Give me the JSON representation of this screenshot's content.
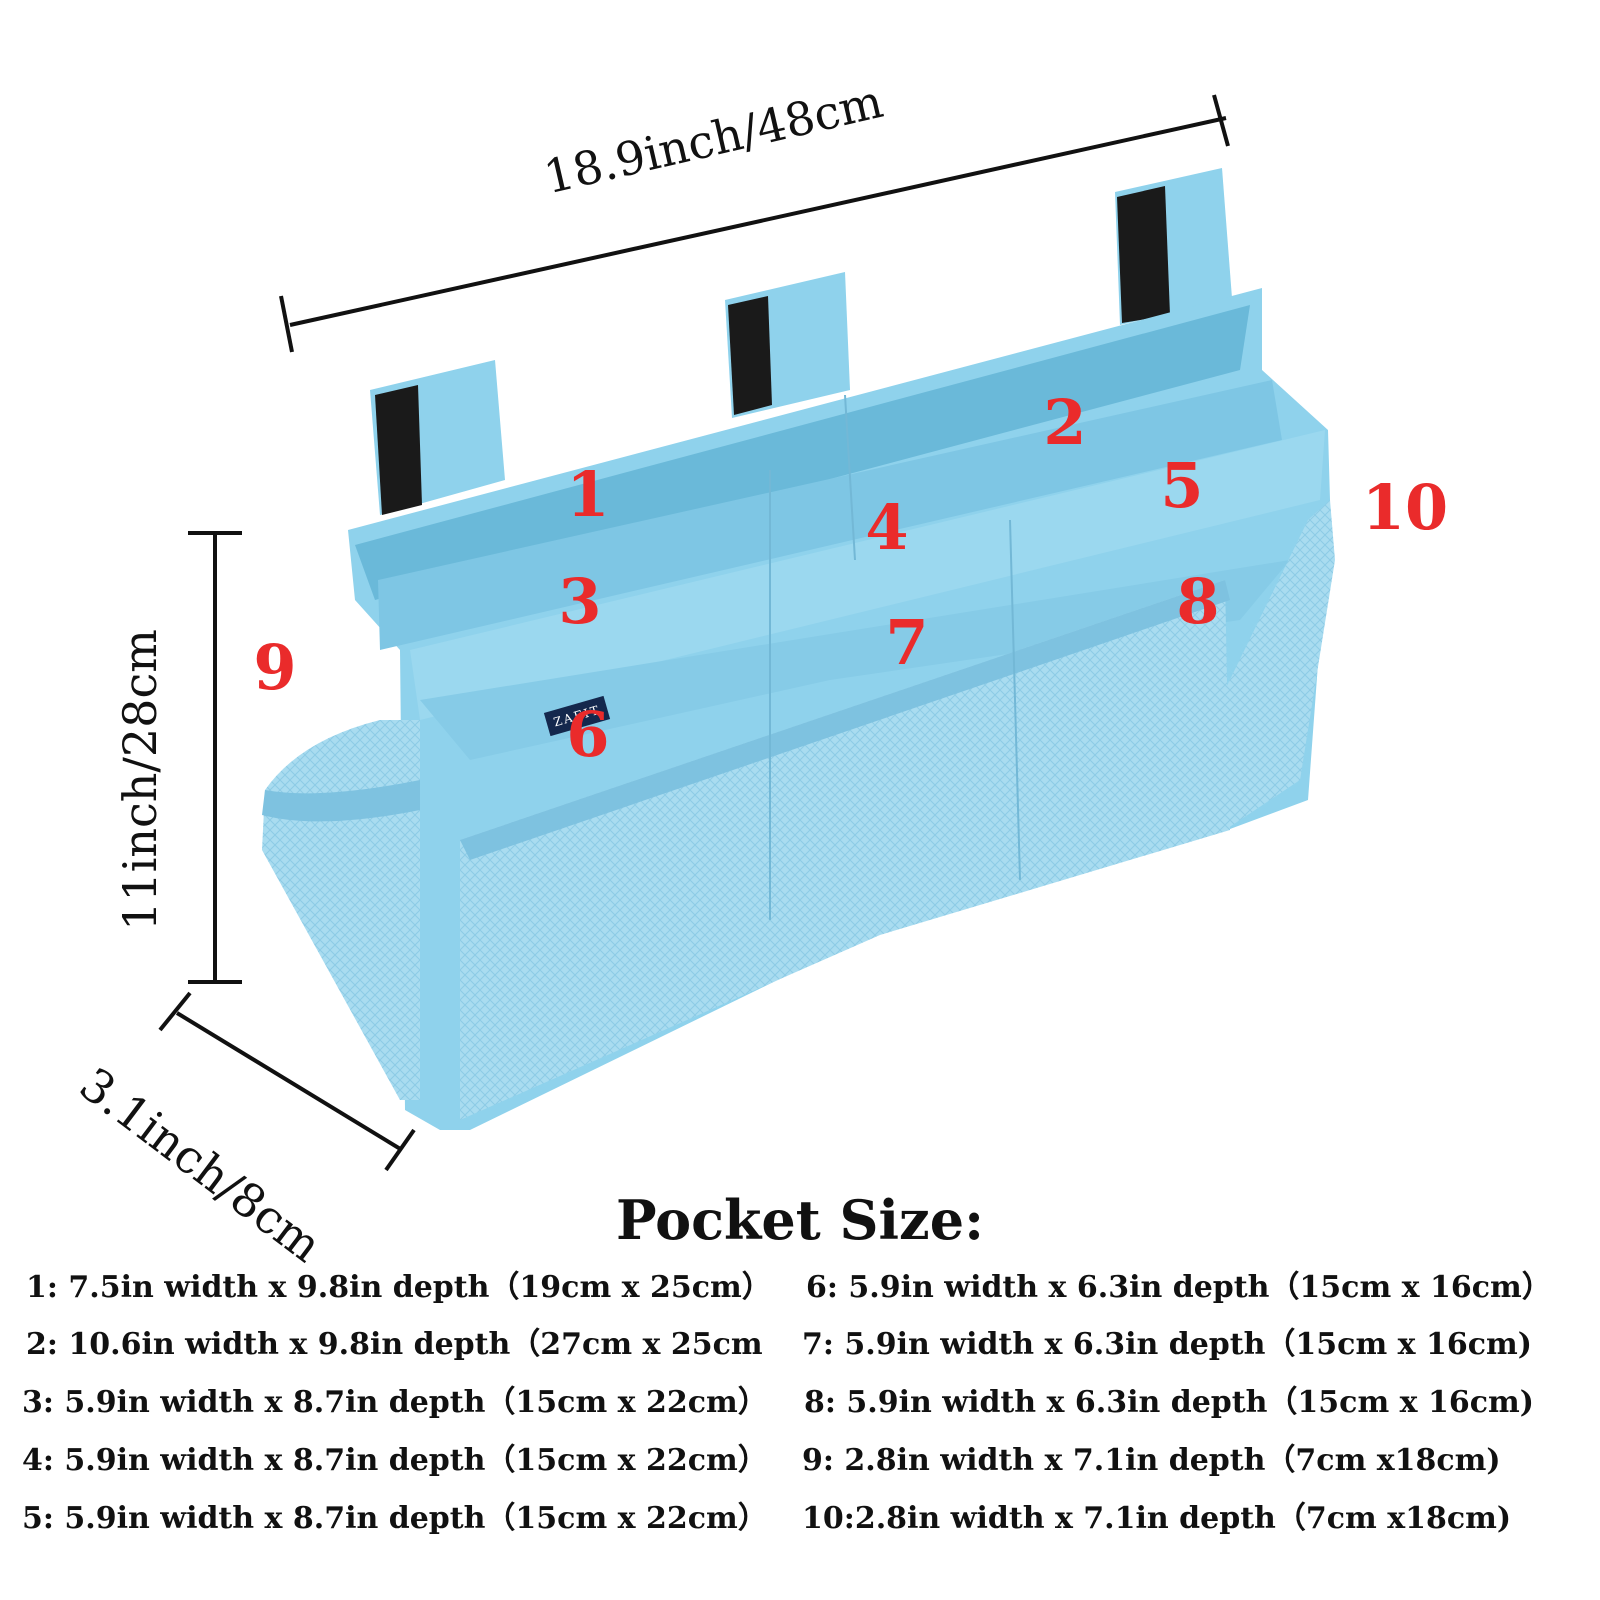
{
  "dimensions": {
    "width_label": "18.9inch/48cm",
    "height_label": "11inch/28cm",
    "depth_label": "3.1inch/8cm"
  },
  "pocket_numbers": [
    "1",
    "2",
    "3",
    "4",
    "5",
    "6",
    "7",
    "8",
    "9",
    "10"
  ],
  "brand_tag": "ZAFIT",
  "colors": {
    "fabric": "#8fd2ec",
    "fabric_dark": "#6ab9d9",
    "mesh": "#a9dcf0",
    "strap_lining": "#1a1a1a",
    "number_red": "#ea2b2b",
    "text": "#111111"
  },
  "pocket_size": {
    "title": "Pocket Size:",
    "left_column": [
      "1: 7.5in width x 9.8in depth（19cm x 25cm）",
      "2: 10.6in width x 9.8in depth（27cm x 25cm",
      "3: 5.9in width x 8.7in depth（15cm x 22cm）",
      "4: 5.9in width x 8.7in depth（15cm x 22cm）",
      "5: 5.9in width x 8.7in depth（15cm x 22cm）"
    ],
    "right_column": [
      "6: 5.9in width x 6.3in depth（15cm x 16cm）",
      "7: 5.9in width x 6.3in depth（15cm x 16cm)",
      "8: 5.9in width x 6.3in depth（15cm x 16cm)",
      "9: 2.8in width x 7.1in depth（7cm x18cm)",
      "10:2.8in width x 7.1in depth（7cm x18cm)"
    ]
  }
}
